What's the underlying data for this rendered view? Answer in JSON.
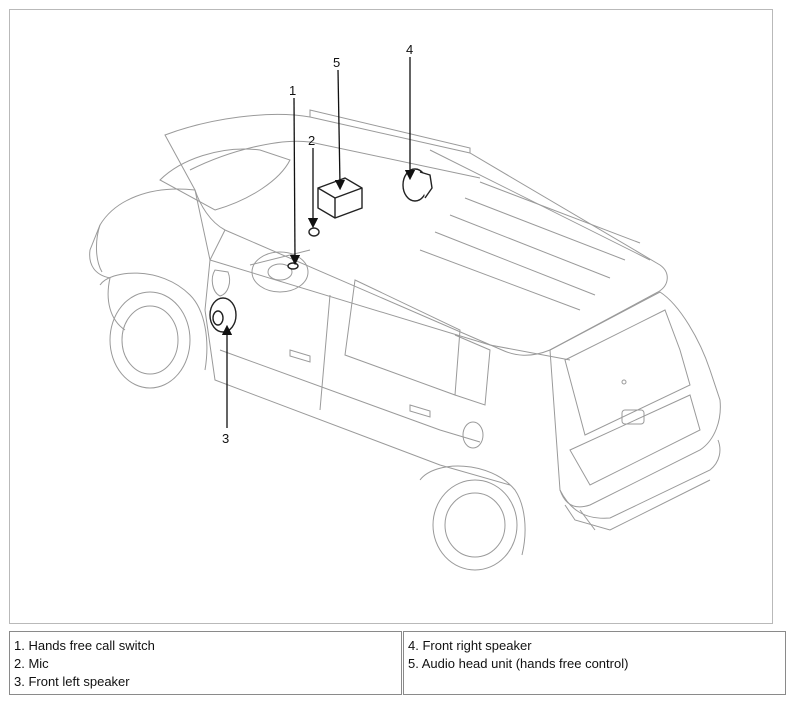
{
  "callouts": {
    "c1": "1",
    "c2": "2",
    "c3": "3",
    "c4": "4",
    "c5": "5"
  },
  "legend": {
    "left": [
      "1. Hands free call switch",
      "2. Mic",
      "3. Front left speaker"
    ],
    "right": [
      "4. Front right speaker",
      "5. Audio head unit (hands free control)"
    ]
  }
}
